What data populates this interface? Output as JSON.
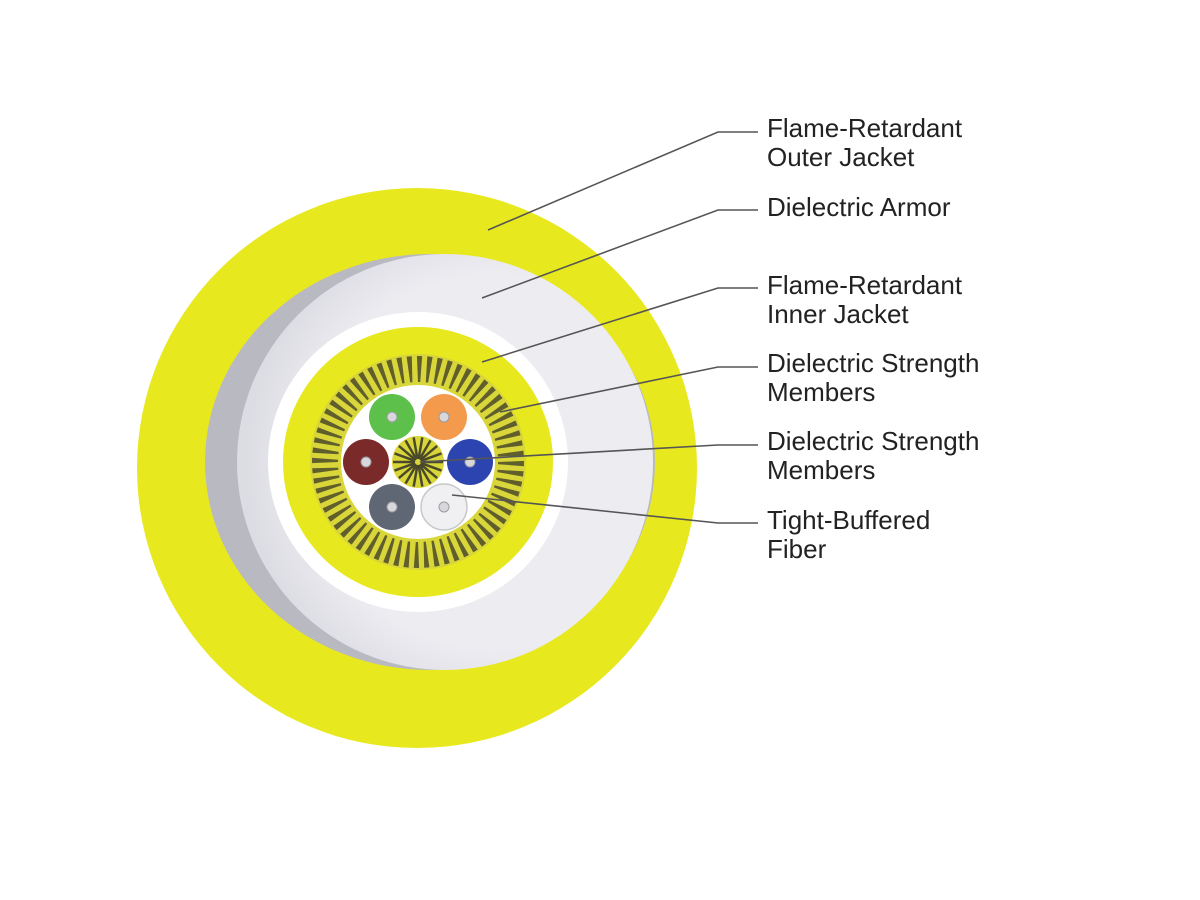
{
  "labels": {
    "outer_jacket": {
      "line1": "Flame-Retardant",
      "line2": "Outer Jacket"
    },
    "armor": {
      "line1": "Dielectric Armor"
    },
    "inner_jacket": {
      "line1": "Flame-Retardant",
      "line2": "Inner Jacket"
    },
    "strength_members_outer": {
      "line1": "Dielectric Strength",
      "line2": "Members"
    },
    "strength_members_central": {
      "line1": "Dielectric Strength",
      "line2": "Members"
    },
    "fiber": {
      "line1": "Tight-Buffered",
      "line2": "Fiber"
    }
  },
  "colors": {
    "outer_jacket": "#e8e81f",
    "armor": "#e9e9ef",
    "armor_shadow": "#b9b9c2",
    "inner_jacket": "#e8e81f",
    "strength_yarn_dark": "#4a4a2a",
    "strength_yarn_light": "#d9d63a",
    "leader_line": "#555555"
  },
  "fibers": [
    {
      "color": "#5cc04a",
      "name": "green-fiber"
    },
    {
      "color": "#f39a4c",
      "name": "orange-fiber"
    },
    {
      "color": "#7b2a2a",
      "name": "brown-fiber"
    },
    {
      "color": "#2c44b0",
      "name": "blue-fiber"
    },
    {
      "color": "#5f6775",
      "name": "slate-fiber"
    },
    {
      "color": "#f0f0f2",
      "name": "white-fiber"
    }
  ]
}
